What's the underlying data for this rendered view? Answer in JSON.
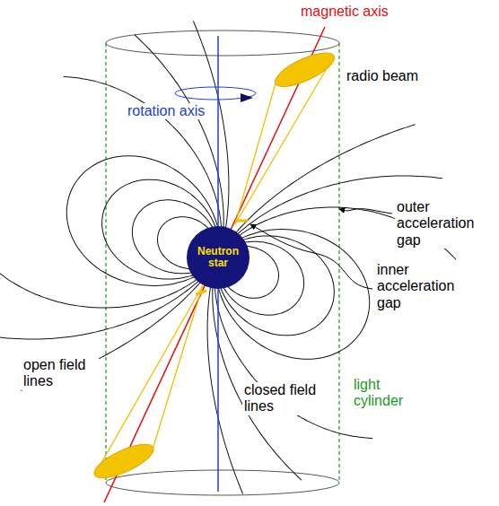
{
  "diagram": {
    "nodes": [
      {
        "text": [
          "Neutron star"
        ]
      }
    ],
    "labels": [
      "magnetic axis",
      "radio beam",
      "rotation axis",
      "outer acceleration gap",
      "inner acceleration gap",
      "open field lines",
      "closed field lines",
      "light cylinder"
    ]
  }
}
